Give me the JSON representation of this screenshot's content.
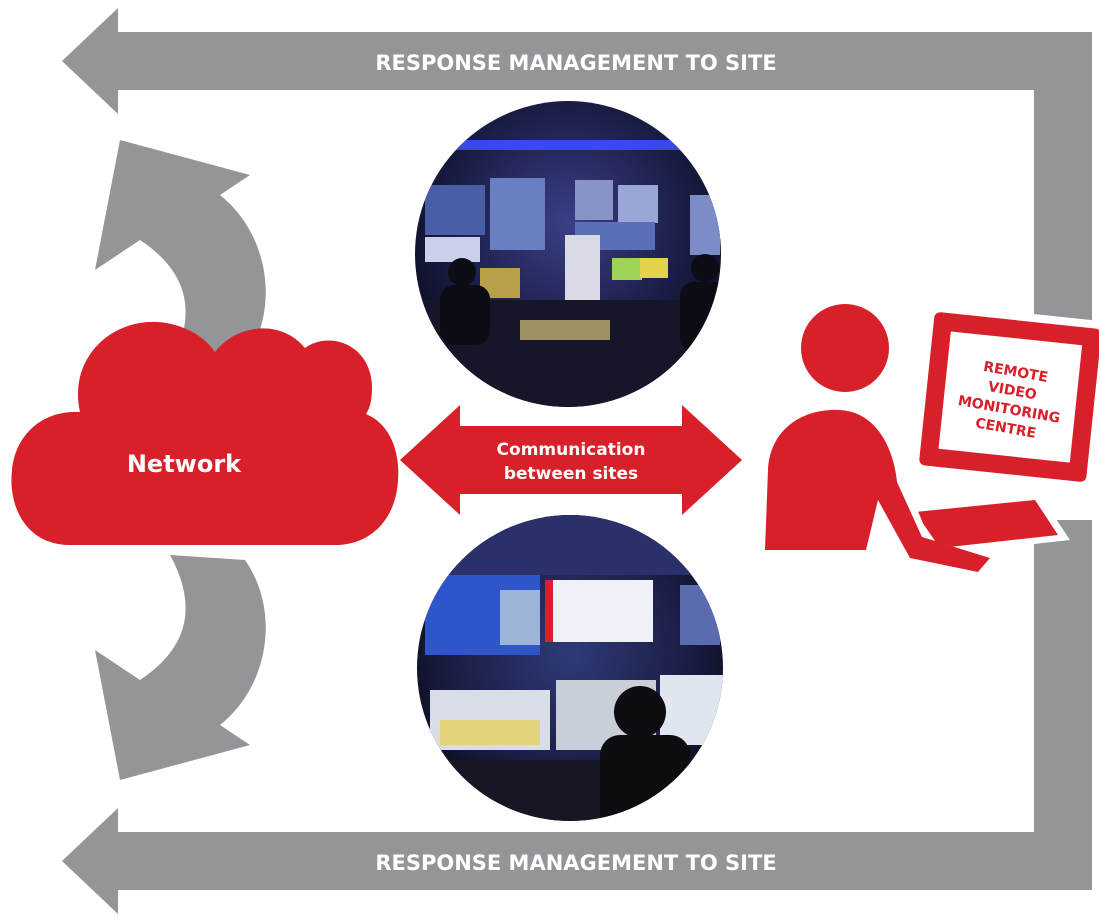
{
  "colors": {
    "accent_red": "#d7202a",
    "arrow_grey": "#939598",
    "white": "#ffffff"
  },
  "top_banner": {
    "label": "RESPONSE MANAGEMENT TO SITE"
  },
  "bottom_banner": {
    "label": "RESPONSE MANAGEMENT TO SITE"
  },
  "network": {
    "label": "Network",
    "icon": "cloud-icon"
  },
  "communication": {
    "line1": "Communication",
    "line2": "between sites",
    "icon": "double-arrow-icon"
  },
  "monitoring_centre": {
    "icon": "operator-at-monitor-icon",
    "screen_lines": [
      "REMOTE",
      "VIDEO",
      "MONITORING",
      "CENTRE"
    ]
  },
  "photos": [
    {
      "name": "control-room-photo-top",
      "subject": "control room with video wall and operators"
    },
    {
      "name": "control-room-photo-bottom",
      "subject": "operator at monitoring desk screens"
    }
  ]
}
